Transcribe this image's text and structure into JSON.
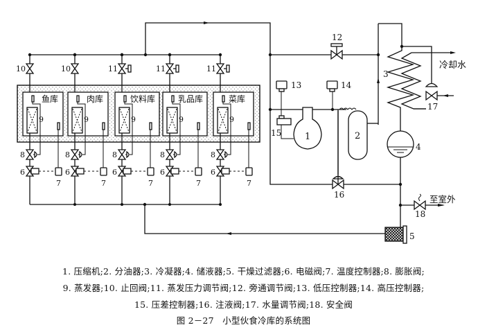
{
  "diagram": {
    "title": "小型伙食冷库的系统图",
    "figure_number": "图 2－27",
    "rooms": [
      {
        "name": "鱼库",
        "inlet_valve": "10"
      },
      {
        "name": "肉库",
        "inlet_valve": "10"
      },
      {
        "name": "饮料库",
        "inlet_valve": "11"
      },
      {
        "name": "乳品库",
        "inlet_valve": "11"
      },
      {
        "name": "菜库",
        "inlet_valve": "11"
      }
    ],
    "room_component_labels": {
      "evaporator": "9",
      "expansion_valve": "8",
      "solenoid_valve": "6",
      "temperature_controller": "7"
    },
    "component_labels": {
      "compressor": "1",
      "oil_separator": "2",
      "condenser": "3",
      "receiver": "4",
      "drier_filter": "5",
      "bypass_valve": "12",
      "low_pressure_controller": "13",
      "high_pressure_controller": "14",
      "differential_pressure_controller": "15",
      "liquid_injection_valve": "16",
      "water_regulating_valve": "17",
      "safety_valve": "18"
    },
    "annotations": {
      "cooling_water": "冷却水",
      "to_outdoor": "至室外"
    }
  },
  "legend": {
    "line1": "1. 压缩机;2. 分油器;3. 冷凝器;4. 储液器;5. 干燥过滤器;6. 电磁阀;7. 温度控制器;8. 膨胀阀;",
    "line2": "9. 蒸发器;10. 止回阀;11. 蒸发压力调节阀;12. 旁通调节阀;13. 低压控制器;14. 高压控制器;",
    "line3": "15. 压差控制器;16. 注液阀;17. 水量调节阀;18. 安全阀",
    "caption_number": "图 2－27",
    "caption_title": "小型伙食冷库的系统图"
  }
}
